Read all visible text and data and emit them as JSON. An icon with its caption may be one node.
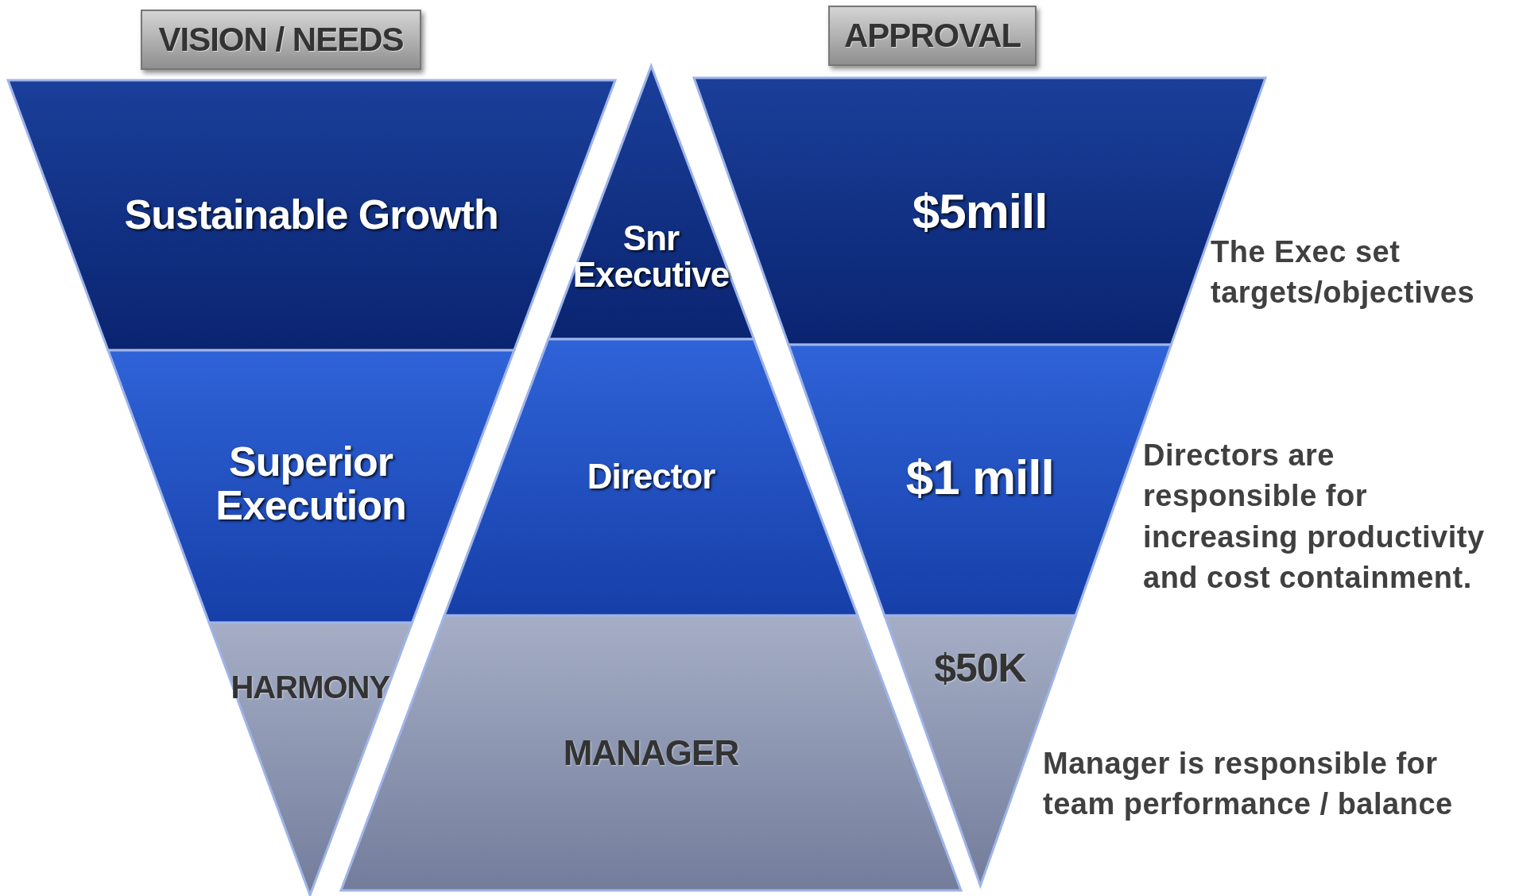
{
  "diagram": {
    "nodes": [
      {
        "text": [
          "VISION / NEEDS"
        ]
      },
      {
        "text": [
          "APPROVAL"
        ]
      },
      {
        "text": [
          "Sustainable Growth"
        ]
      },
      {
        "text": [
          "Superior Execution"
        ]
      },
      {
        "text": [
          "HARMONY"
        ]
      },
      {
        "text": [
          "Snr Executive"
        ]
      },
      {
        "text": [
          "Director"
        ]
      },
      {
        "text": [
          "MANAGER"
        ]
      },
      {
        "text": [
          "$5mill"
        ]
      },
      {
        "text": [
          "$1 mill"
        ]
      },
      {
        "text": [
          "$50K"
        ]
      }
    ],
    "labels": [
      "The Exec set targets/objectives",
      "Directors are responsible for increasing productivity and cost containment.",
      "Manager is responsible for team performance / balance"
    ]
  }
}
